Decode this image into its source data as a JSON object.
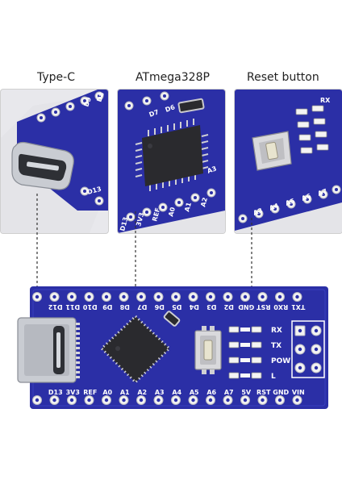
{
  "captions": {
    "left": "Type-C",
    "middle": "ATmega328P",
    "right": "Reset button"
  },
  "colors": {
    "pcb": "#2b2fa6",
    "pcb_dark": "#1d2180",
    "silkscreen": "#ffffff",
    "chip": "#2a2a2e",
    "pad": "#f2f2f2",
    "usb_metal": "#c9ccd2"
  },
  "board": {
    "top_pins": [
      "D12",
      "D11",
      "D10",
      "D9",
      "D8",
      "D7",
      "D6",
      "D5",
      "D4",
      "D3",
      "D2",
      "GND",
      "RST",
      "RX0",
      "TX1"
    ],
    "bottom_pins": [
      "D13",
      "3V3",
      "REF",
      "A0",
      "A1",
      "A2",
      "A3",
      "A4",
      "A5",
      "A6",
      "A7",
      "5V",
      "RST",
      "GND",
      "VIN"
    ],
    "leds": [
      "RX",
      "TX",
      "POW",
      "L"
    ]
  },
  "zoom_left": {
    "top_labels": [
      "D9",
      "D8"
    ],
    "bottom_labels": [
      "D13"
    ]
  },
  "zoom_middle": {
    "top_labels": [
      "D7",
      "D6"
    ],
    "bottom_labels": [
      "D13",
      "3V3",
      "REF",
      "A0",
      "A1",
      "A2"
    ],
    "side_labels": [
      "A3"
    ]
  },
  "zoom_right": {
    "top_labels": [
      "RX"
    ],
    "bottom_labels": [
      "A3",
      "A4",
      "A5",
      "A6",
      "A7"
    ]
  }
}
